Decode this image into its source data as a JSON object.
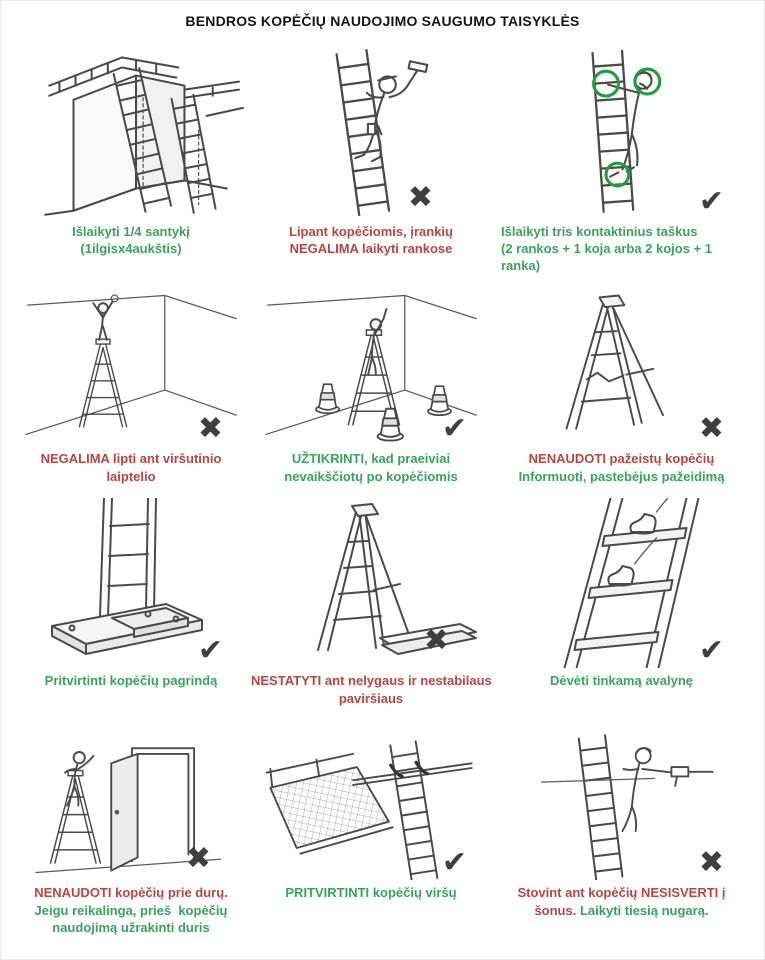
{
  "title": "BENDROS KOPĖČIŲ NAUDOJIMO SAUGUMO TAISYKLĖS",
  "colors": {
    "green": "#3aa35b",
    "red": "#ba4442",
    "mark": "#3f3f3f",
    "circle": "#1e9e3e"
  },
  "cells": [
    {
      "id": "quarter-ratio",
      "mark": null,
      "caption": [
        {
          "text": "Išlaikyti 1/4 santykį",
          "tone": "green"
        },
        {
          "text": "(1ilgisx4aukštis)",
          "tone": "green"
        }
      ]
    },
    {
      "id": "tools-in-hands",
      "mark": {
        "name": "x-mark",
        "glyph": "✖"
      },
      "caption": [
        {
          "text": "Lipant kopėčiomis, įrankių",
          "tone": "red"
        },
        {
          "text": "NEGALIMA laikyti rankose",
          "tone": "red"
        }
      ]
    },
    {
      "id": "three-contact-points",
      "mark": {
        "name": "check-mark",
        "glyph": "✔"
      },
      "caption": [
        {
          "text": "Išlaikyti tris kontaktinius taškus",
          "tone": "green"
        },
        {
          "text": "(2 rankos + 1 koja arba 2 kojos + 1",
          "tone": "green"
        },
        {
          "text": "ranka)",
          "tone": "green"
        }
      ]
    },
    {
      "id": "top-step",
      "mark": {
        "name": "x-mark",
        "glyph": "✖"
      },
      "caption": [
        {
          "text": "NEGALIMA lipti ant viršutinio",
          "tone": "red"
        },
        {
          "text": "laiptelio",
          "tone": "red"
        }
      ]
    },
    {
      "id": "passersby-cones",
      "mark": {
        "name": "check-mark",
        "glyph": "✔"
      },
      "caption": [
        {
          "text": "UŽTIKRINTI, kad praeiviai",
          "tone": "green"
        },
        {
          "text": "nevaikščiotų po kopėčiomis",
          "tone": "green"
        }
      ]
    },
    {
      "id": "damaged-ladder",
      "mark": {
        "name": "x-mark",
        "glyph": "✖"
      },
      "caption": [
        {
          "text": "NENAUDOTI pažeistų kopėčių",
          "tone": "red"
        },
        {
          "text": "Informuoti, pastebėjus pažeidimą",
          "tone": "green"
        }
      ]
    },
    {
      "id": "secure-base",
      "mark": {
        "name": "check-mark",
        "glyph": "✔"
      },
      "caption": [
        {
          "text": "Pritvirtinti kopėčių pagrindą",
          "tone": "green"
        }
      ]
    },
    {
      "id": "uneven-surface",
      "mark": {
        "name": "x-mark",
        "glyph": "✖"
      },
      "caption": [
        {
          "text": "NESTATYTI ant nelygaus ir nestabilaus",
          "tone": "red"
        },
        {
          "text": "paviršiaus",
          "tone": "red"
        }
      ]
    },
    {
      "id": "proper-footwear",
      "mark": {
        "name": "check-mark",
        "glyph": "✔"
      },
      "caption": [
        {
          "text": "Dėvėti tinkamą avalynę",
          "tone": "green"
        }
      ]
    },
    {
      "id": "ladder-near-door",
      "mark": {
        "name": "x-mark",
        "glyph": "✖"
      },
      "caption": [
        {
          "text": "NENAUDOTI kopėčių prie durų.",
          "tone": "red"
        },
        {
          "text": "Jeigu reikalinga, prieš  kopėčių",
          "tone": "green"
        },
        {
          "text": "naudojimą užrakinti duris",
          "tone": "green"
        }
      ]
    },
    {
      "id": "secure-top",
      "mark": {
        "name": "check-mark",
        "glyph": "✔"
      },
      "caption": [
        {
          "text": "PRITVIRTINTI kopėčių viršų",
          "tone": "green"
        }
      ]
    },
    {
      "id": "no-leaning-sideways",
      "mark": {
        "name": "x-mark",
        "glyph": "✖"
      },
      "caption": [
        {
          "text": "Stovint ant kopėčių NESISVERTI į šonus. ",
          "tone": "red"
        },
        {
          "text": "Laikyti tiesią nugarą.",
          "tone": "green"
        }
      ]
    }
  ]
}
